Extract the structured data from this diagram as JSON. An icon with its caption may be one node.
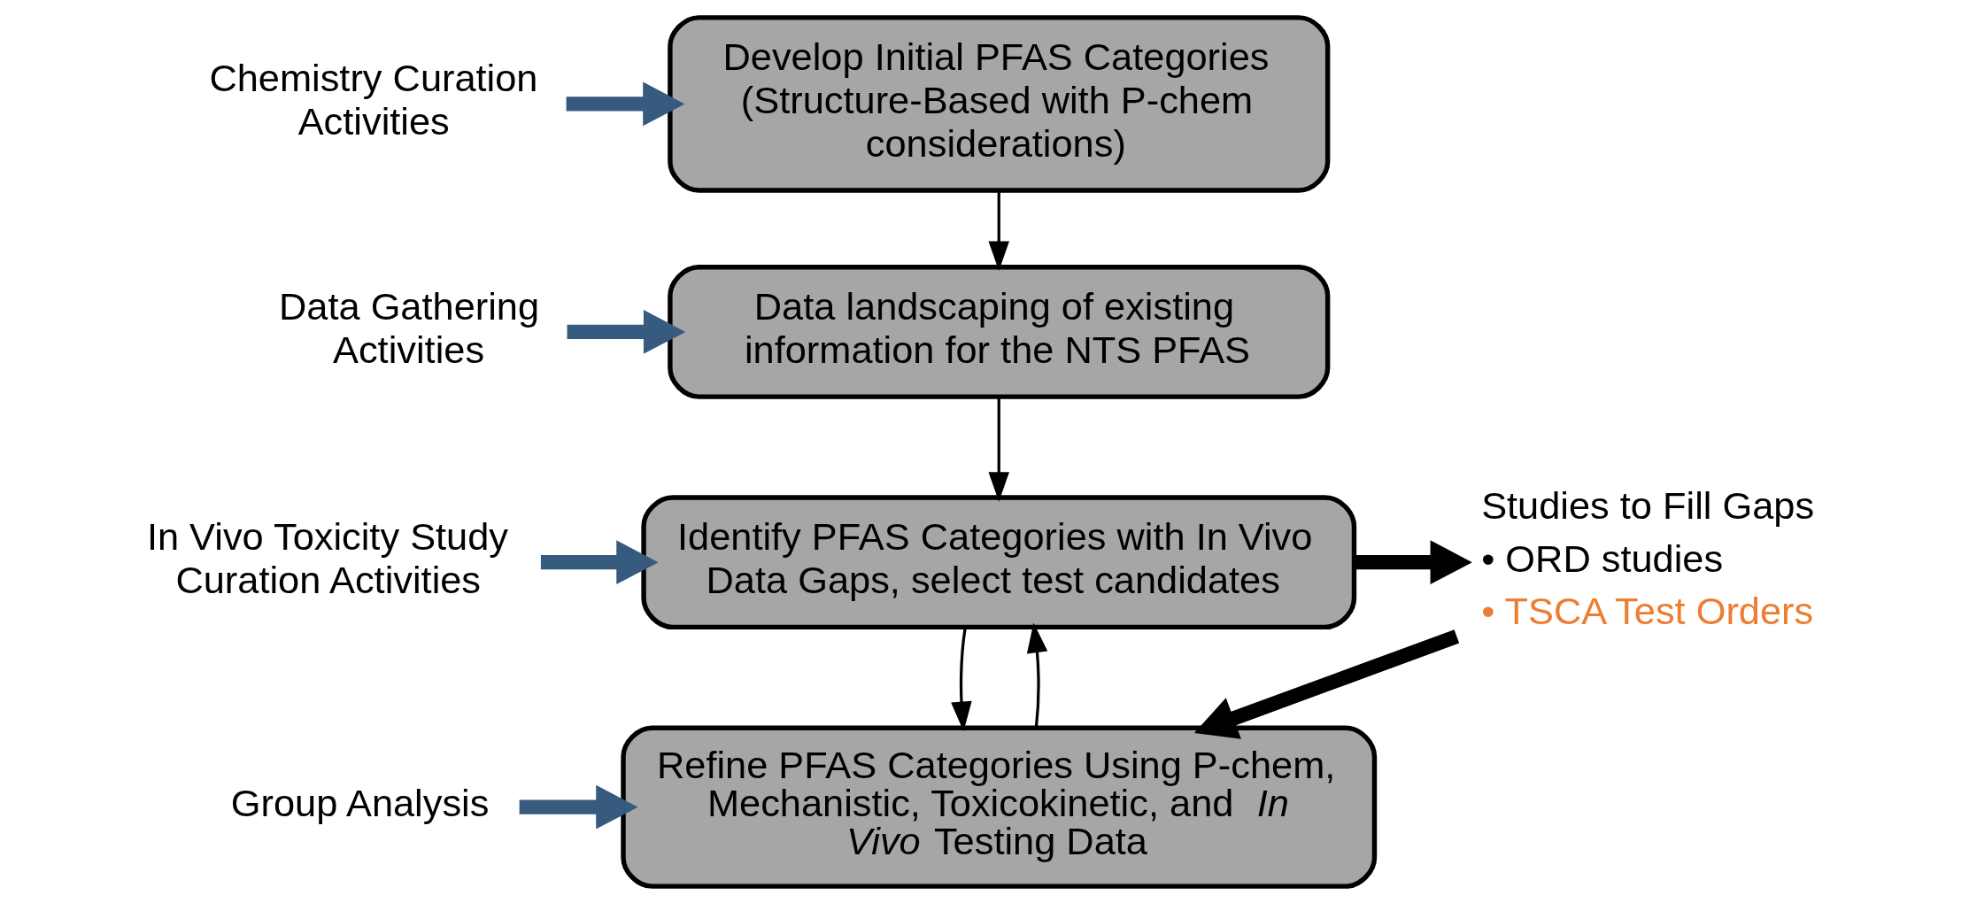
{
  "diagram": {
    "nodes": [
      {
        "text": [
          "Chemistry Curation Activities"
        ]
      },
      {
        "text": [
          "Develop Initial PFAS Categories (Structure-Based with P-chem considerations)"
        ]
      },
      {
        "text": [
          "Data Gathering Activities"
        ]
      },
      {
        "text": [
          "Data landscaping of existing information for the NTS PFAS"
        ]
      },
      {
        "text": [
          "In Vivo Toxicity Study Curation Activities"
        ]
      },
      {
        "text": [
          "Identify PFAS Categories with In Vivo Data Gaps, select test candidates"
        ]
      },
      {
        "text": [
          "Group Analysis"
        ]
      },
      {
        "text": [
          "Refine PFAS Categories Using P-chem, Mechanistic, Toxicokinetic, and *In Vivo* Testing Data"
        ]
      },
      {
        "text": [
          "Studies to Fill Gaps",
          "• ORD studies",
          "• TSCA Test Orders"
        ]
      }
    ],
    "edges": [
      {
        "from": 0,
        "to": 1,
        "arrow": "to",
        "color": "#375a7f"
      },
      {
        "from": 1,
        "to": 3,
        "arrow": "to"
      },
      {
        "from": 2,
        "to": 3,
        "arrow": "to",
        "color": "#375a7f"
      },
      {
        "from": 3,
        "to": 5,
        "arrow": "to"
      },
      {
        "from": 4,
        "to": 5,
        "arrow": "to",
        "color": "#375a7f"
      },
      {
        "from": 5,
        "to": 8,
        "arrow": "to"
      },
      {
        "from": 5,
        "to": 7,
        "arrow": "to"
      },
      {
        "from": 7,
        "to": 5,
        "arrow": "to"
      },
      {
        "from": 6,
        "to": 7,
        "arrow": "to",
        "color": "#375a7f"
      },
      {
        "from": 8,
        "to": 7,
        "arrow": "to"
      }
    ]
  }
}
